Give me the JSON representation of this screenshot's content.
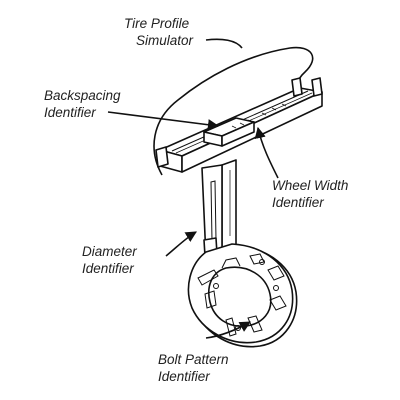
{
  "labels": {
    "tire_profile_simulator": [
      "Tire Profile",
      "Simulator"
    ],
    "backspacing_identifier": [
      "Backspacing",
      "Identifier"
    ],
    "wheel_width_identifier": [
      "Wheel Width",
      "Identifier"
    ],
    "diameter_identifier": [
      "Diameter",
      "Identifier"
    ],
    "bolt_pattern_identifier": [
      "Bolt Pattern",
      "Identifier"
    ]
  },
  "colors": {
    "ink": "#111111",
    "label": "#222222",
    "background": "#ffffff"
  }
}
